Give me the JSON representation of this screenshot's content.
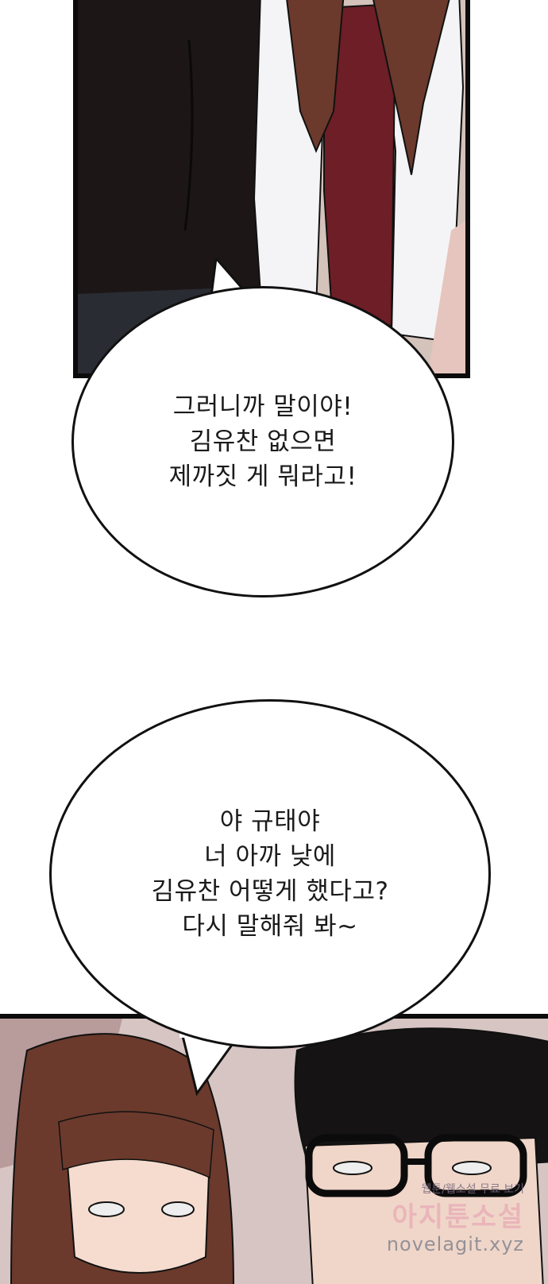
{
  "bubble_top": {
    "lines": [
      "그러니까 말이야!",
      "김유찬 없으면",
      "제까짓 게 뭐라고!"
    ]
  },
  "bubble_bottom": {
    "lines": [
      "야 규태야",
      "너 아까 낮에",
      "김유찬 어떻게 했다고?",
      "다시 말해줘 봐~"
    ]
  },
  "watermark": {
    "line1": "웹툰/웹소설 무료 보기",
    "line2": "아지툰소설",
    "line3": "novelagit.xyz"
  },
  "colors": {
    "panel_border": "#0b0b0b",
    "hair_brown": "#6b3a2c",
    "shirt_maroon": "#6e1e26",
    "jacket_white": "#f4f4f6",
    "dark_clothes": "#1c1716"
  }
}
